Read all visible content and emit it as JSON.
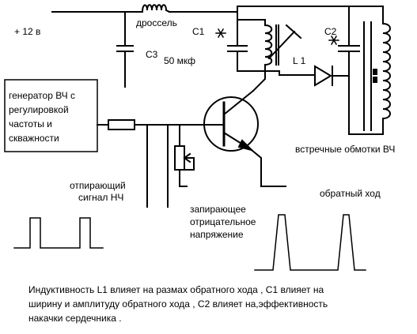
{
  "supply": {
    "label": "+ 12 в"
  },
  "components": {
    "choke": "дроссель",
    "c1": "C1",
    "c2": "C2",
    "c3": "C3",
    "c3_value": "50 мкф",
    "l1": "L 1"
  },
  "generator": {
    "label": "генератор ВЧ с регулировкой частоты и скважности"
  },
  "labels": {
    "windings": "встречные обмотки ВЧ",
    "unlock_signal_line1": "отпирающий",
    "unlock_signal_line2": "сигнал  НЧ",
    "lock_voltage_line1": "запирающее",
    "lock_voltage_line2": "отрицательное",
    "lock_voltage_line3": "напряжение",
    "flyback": "обратный ход"
  },
  "note": {
    "line1": "Индуктивность L1 влияет на размах обратного хода , С1 влияет на",
    "line2": "ширину и амплитуду  обратного хода  , С2 влияет на,эффективность",
    "line3": "накачки сердечника ."
  },
  "colors": {
    "ink": "#000000",
    "background": "#ffffff"
  },
  "icons": [
    "inductor-icon",
    "capacitor-icon",
    "transistor-icon",
    "resistor-icon",
    "potentiometer-icon",
    "diode-icon",
    "star-mark-icon",
    "transformer-winding-icon"
  ]
}
